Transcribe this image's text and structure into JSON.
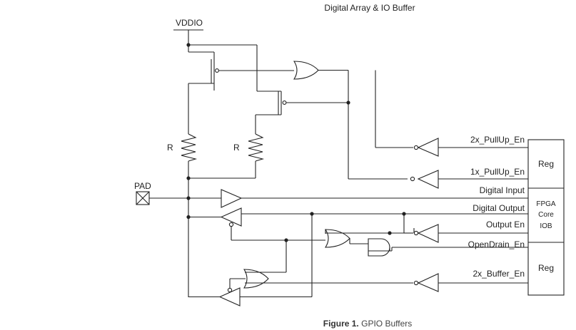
{
  "diagram": {
    "title": "Digital Array & IO Buffer",
    "supply_label": "VDDIO",
    "pad_label": "PAD",
    "resistor_labels": [
      "R",
      "R"
    ],
    "signals": {
      "pullup_2x": "2x_PullUp_En",
      "pullup_1x": "1x_PullUp_En",
      "digital_input": "Digital Input",
      "digital_output": "Digital Output",
      "output_en": "Output En",
      "opendrain_en": "OpenDrain_En",
      "buffer_2x": "2x_Buffer_En"
    },
    "blocks": {
      "reg_top": "Reg",
      "fpga_line1": "FPGA",
      "fpga_line2": "Core",
      "fpga_line3": "IOB",
      "reg_bottom": "Reg"
    },
    "caption": {
      "prefix": "Figure 1.",
      "text": "GPIO Buffers"
    }
  }
}
